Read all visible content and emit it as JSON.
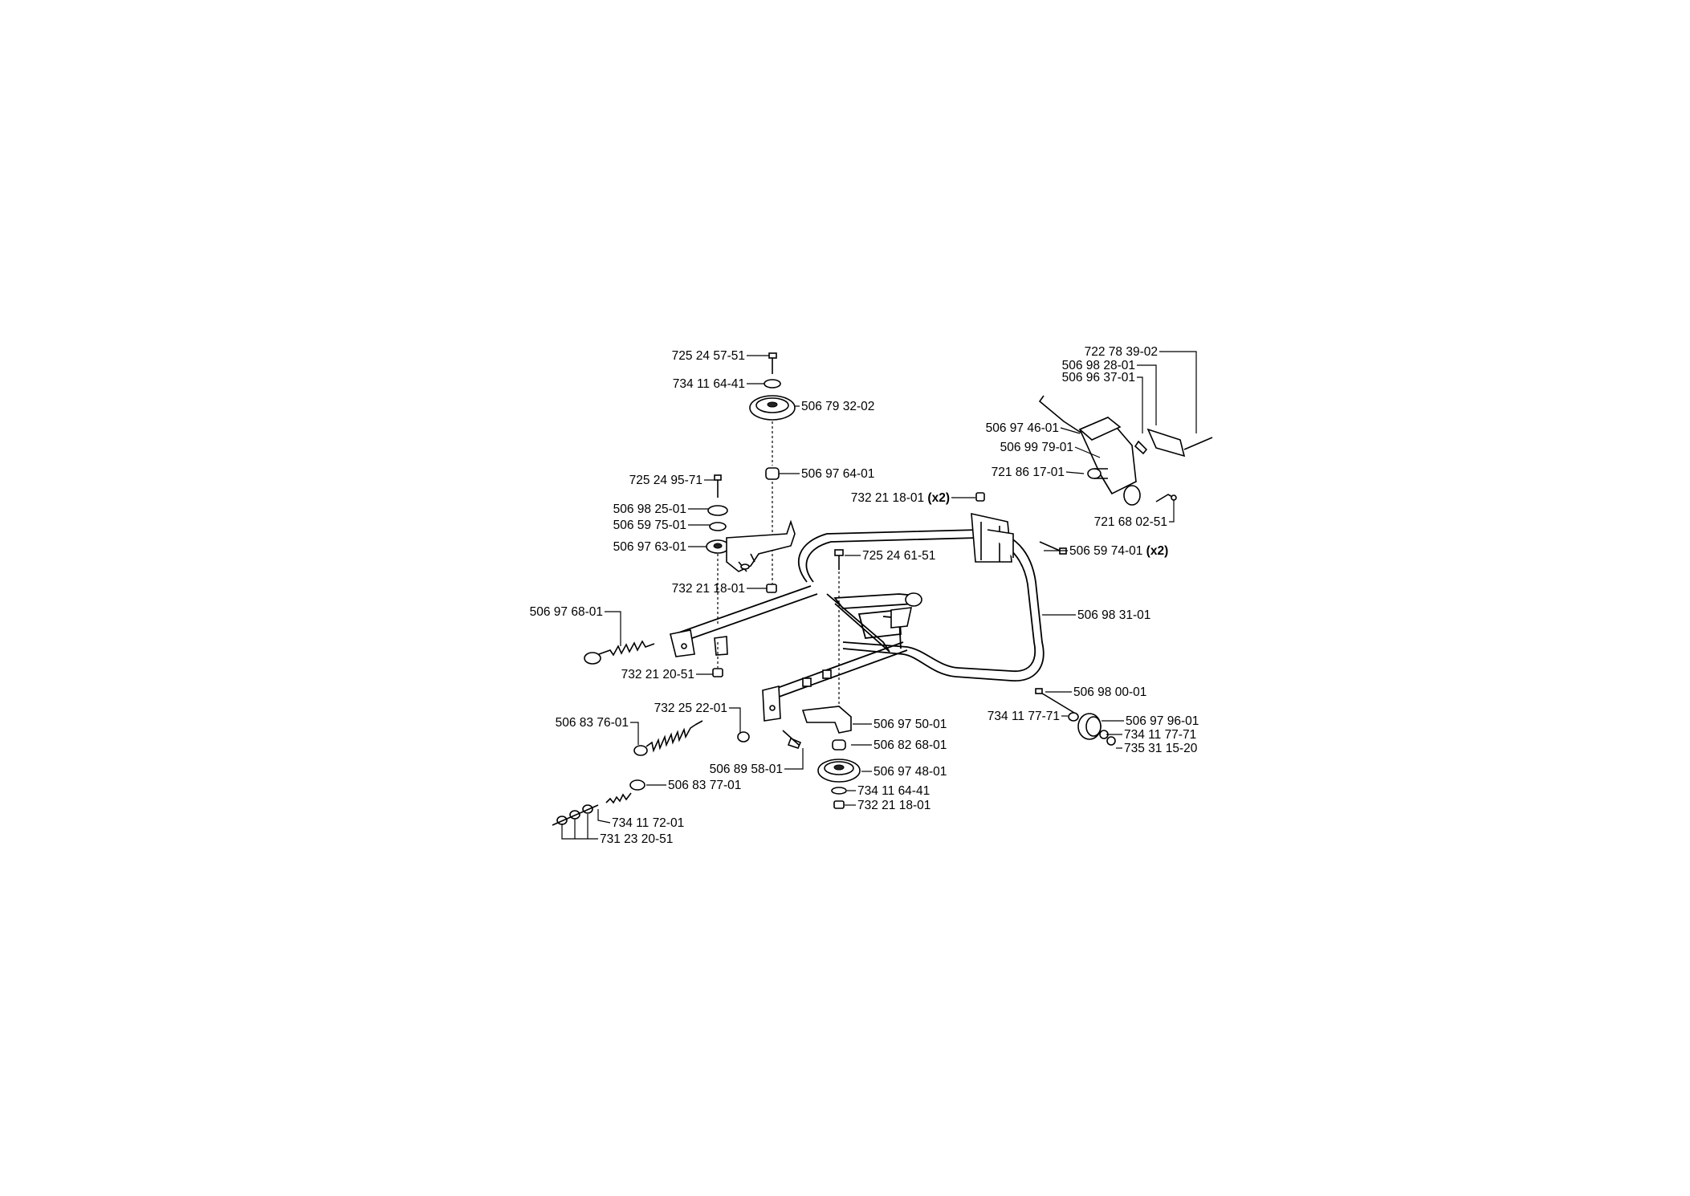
{
  "labels": {
    "l01": "725 24 57-51",
    "l02": "734 11 64-41",
    "l03": "506 79 32-02",
    "l04": "506 97 64-01",
    "l05": "725 24 95-71",
    "l06": "506 98 25-01",
    "l07": "506 59 75-01",
    "l08": "506 97 63-01",
    "l09": "732 21 18-01",
    "l10": "506 97 68-01",
    "l11": "732 21 20-51",
    "l12": "725 24 61-51",
    "l13": "732 21 18-01",
    "l14": "506 59 74-01",
    "l15": "506 98 31-01",
    "l16": "722 78 39-02",
    "l17": "506 98 28-01",
    "l18": "506 96 37-01",
    "l19": "506 97 46-01",
    "l20": "506 99 79-01",
    "l21": "721 86 17-01",
    "l22": "721 68 02-51",
    "l23": "732 25 22-01",
    "l24": "506 83 76-01",
    "l25": "506 89 58-01",
    "l26": "506 83 77-01",
    "l27": "734 11 72-01",
    "l28": "731 23 20-51",
    "l29": "506 97 50-01",
    "l30": "506 82 68-01",
    "l31": "506 97 48-01",
    "l32": "734 11 64-41",
    "l33": "732 21 18-01",
    "l34": "506 98 00-01",
    "l35": "734 11 77-71",
    "l36": "506 97 96-01",
    "l37": "734 11 77-71",
    "l38": "735 31 15-20"
  },
  "qty": {
    "x2": "(x2)"
  }
}
